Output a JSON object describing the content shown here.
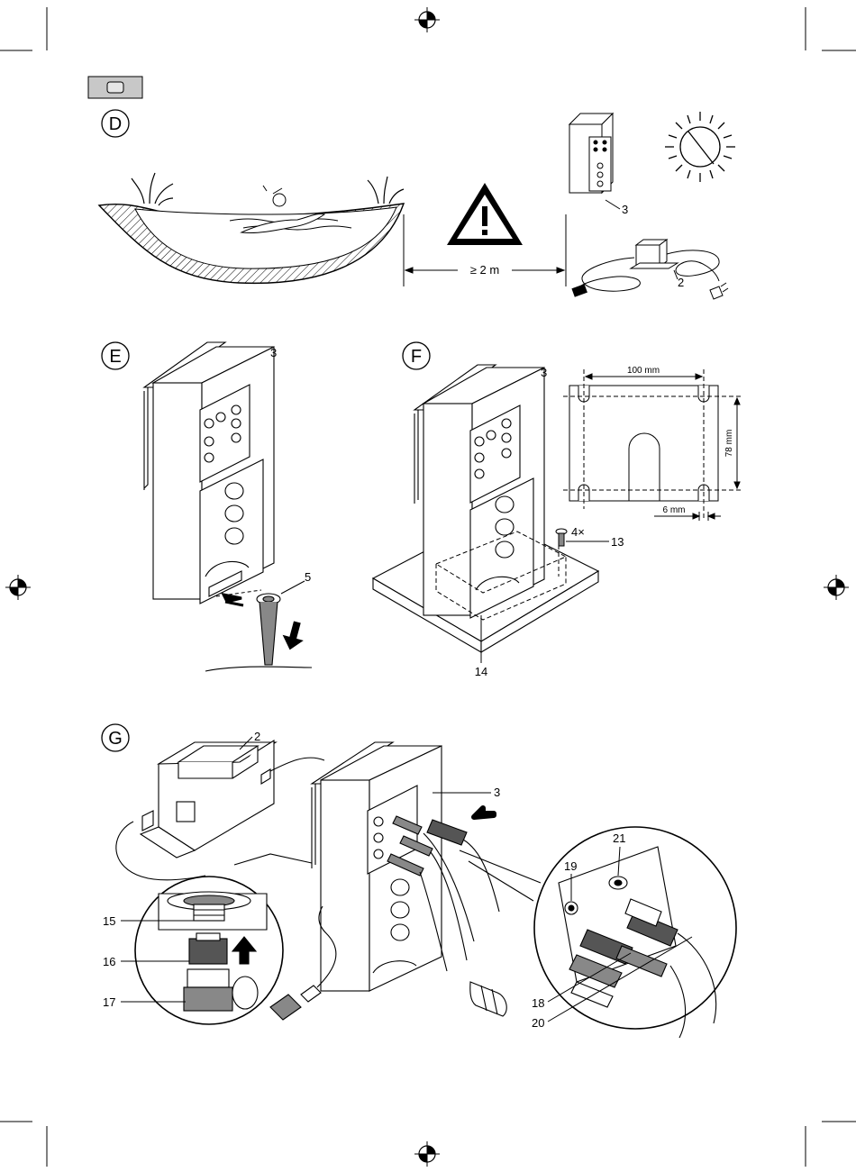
{
  "sections": {
    "d": "D",
    "e": "E",
    "f": "F",
    "g": "G"
  },
  "distance_label": "≥ 2 m",
  "parts": {
    "p2_d": "2",
    "p3_d": "3",
    "p3_e": "3",
    "p5": "5",
    "p3_f": "3",
    "p13": "13",
    "p14": "14",
    "p2_g": "2",
    "p3_g": "3",
    "p15": "15",
    "p16": "16",
    "p17": "17",
    "p18": "18",
    "p19": "19",
    "p20": "20",
    "p21": "21"
  },
  "dimensions": {
    "width": "100 mm",
    "height": "78 mm",
    "hole": "6 mm",
    "qty": "4×"
  },
  "icons": [
    "registration-mark",
    "language-tab",
    "warning-triangle",
    "no-sun",
    "arrow"
  ]
}
